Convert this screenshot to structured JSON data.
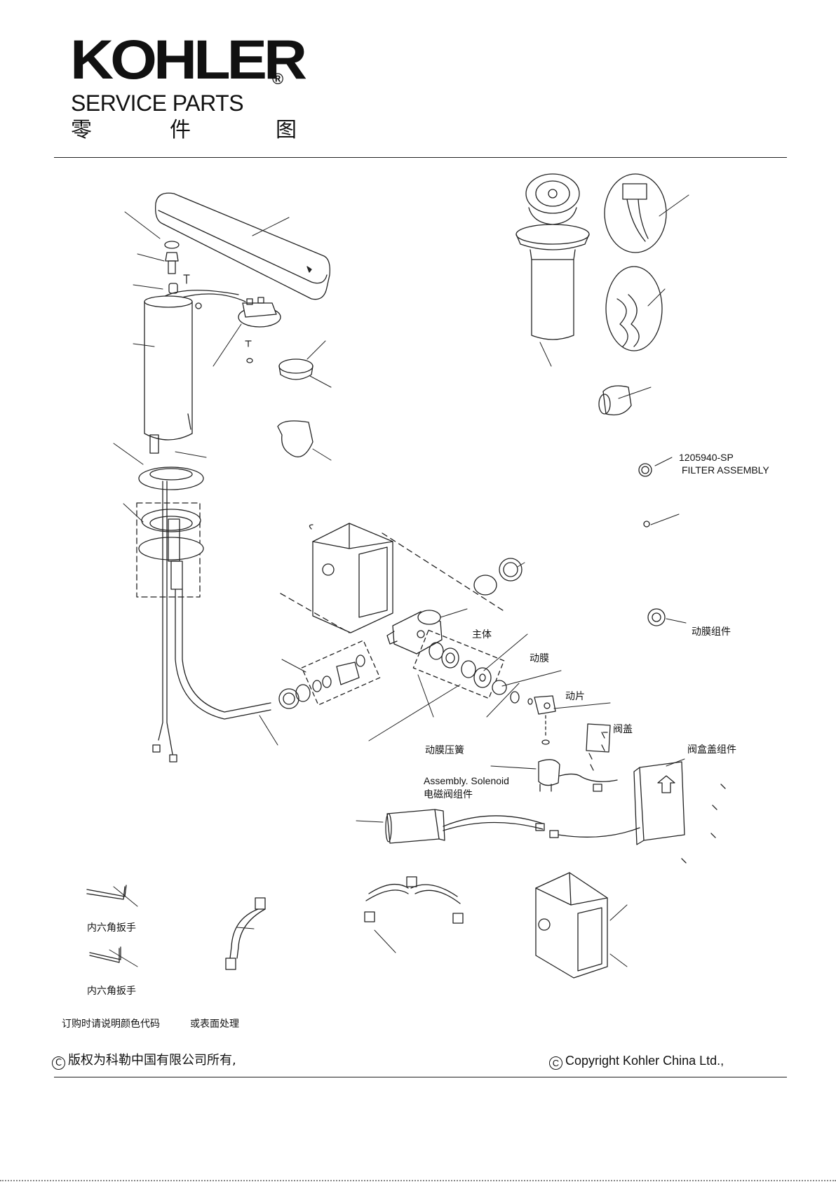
{
  "header": {
    "brand": "KOHLER",
    "registered_mark": "®",
    "subtitle": "SERVICE PARTS",
    "title_zh": [
      "零",
      "件",
      "图"
    ]
  },
  "labels": {
    "filter_part_no": "1205940-SP",
    "filter_name": "FILTER ASSEMBLY",
    "diaphragm_assembly": "动膜组件",
    "main_body": "主体",
    "diaphragm": "动膜",
    "moving_plate": "动片",
    "valve_cover": "阀盖",
    "box_cover_assembly": "阀盒盖组件",
    "diaphragm_spring": "动膜压簧",
    "solenoid_en": "Assembly. Solenoid",
    "solenoid_zh": "电磁阀组件",
    "hex_key_1": "内六角扳手",
    "hex_key_2": "内六角扳手",
    "order_note_1": "订购时请说明颜色代码",
    "order_note_2": "或表面处理"
  },
  "footer": {
    "copyright_symbol": "C",
    "copyright_zh": "版权为科勒中国有限公司所有,",
    "copyright_en": "Copyright Kohler China Ltd.,"
  }
}
